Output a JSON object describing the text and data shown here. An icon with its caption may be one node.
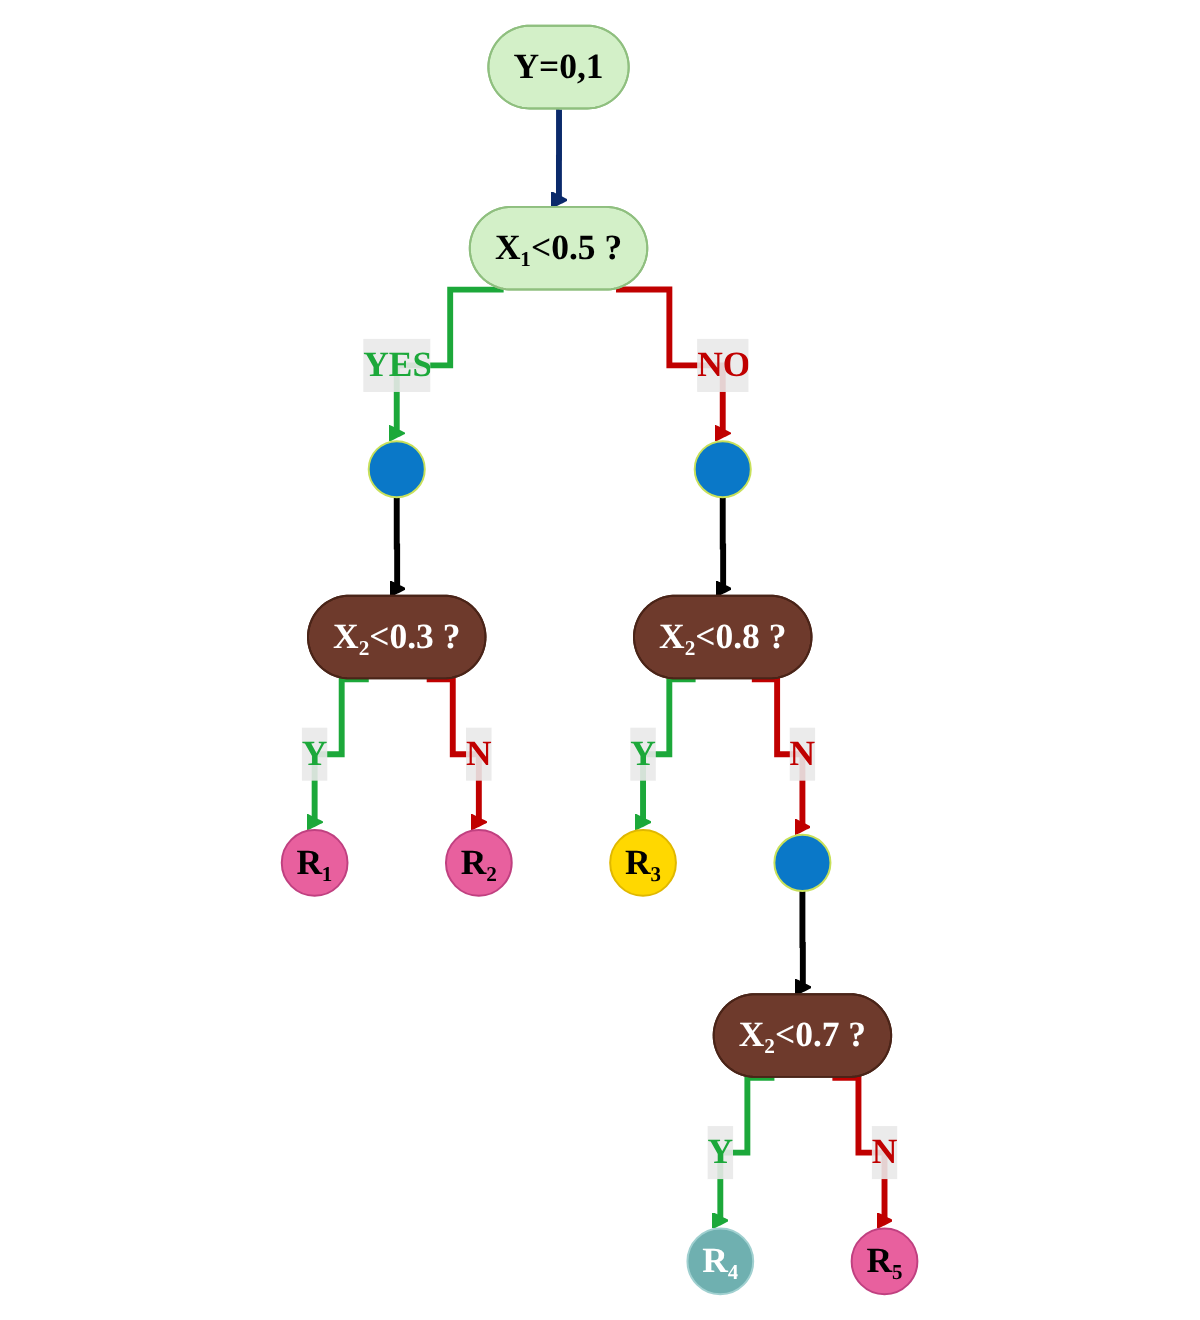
{
  "diagram": {
    "nodes": [
      {
        "text": [
          "Y=0,1"
        ]
      },
      {
        "text": [
          "X₁<0.5 ?"
        ]
      },
      {
        "text": [],
        "shape": "circle"
      },
      {
        "text": [],
        "shape": "circle"
      },
      {
        "text": [
          "X₂<0.3 ?"
        ]
      },
      {
        "text": [
          "X₂<0.8 ?"
        ]
      },
      {
        "text": [
          "R₁"
        ]
      },
      {
        "text": [
          "R₂"
        ]
      },
      {
        "text": [
          "R₃"
        ]
      },
      {
        "text": [],
        "shape": "circle"
      },
      {
        "text": [
          "X₂<0.7 ?"
        ]
      },
      {
        "text": [
          "R₄"
        ]
      },
      {
        "text": [
          "R₅"
        ]
      }
    ],
    "edges": [
      {
        "from": 0,
        "to": 1,
        "arrow": "to",
        "color": "#0b2a6b"
      },
      {
        "from": 1,
        "to": 2,
        "arrow": "to",
        "label": "YES",
        "color": "#1ca83a"
      },
      {
        "from": 1,
        "to": 3,
        "arrow": "to",
        "label": "NO",
        "color": "#c00000"
      },
      {
        "from": 2,
        "to": 4,
        "arrow": "to",
        "color": "#000000"
      },
      {
        "from": 3,
        "to": 5,
        "arrow": "to",
        "color": "#000000"
      },
      {
        "from": 4,
        "to": 6,
        "arrow": "to",
        "label": "Y",
        "color": "#1ca83a"
      },
      {
        "from": 4,
        "to": 7,
        "arrow": "to",
        "label": "N",
        "color": "#c00000"
      },
      {
        "from": 5,
        "to": 8,
        "arrow": "to",
        "label": "Y",
        "color": "#1ca83a"
      },
      {
        "from": 5,
        "to": 9,
        "arrow": "to",
        "label": "N",
        "color": "#c00000"
      },
      {
        "from": 9,
        "to": 10,
        "arrow": "to",
        "color": "#000000"
      },
      {
        "from": 10,
        "to": 11,
        "arrow": "to",
        "label": "Y",
        "color": "#1ca83a"
      },
      {
        "from": 10,
        "to": 12,
        "arrow": "to",
        "label": "N",
        "color": "#c00000"
      }
    ]
  }
}
